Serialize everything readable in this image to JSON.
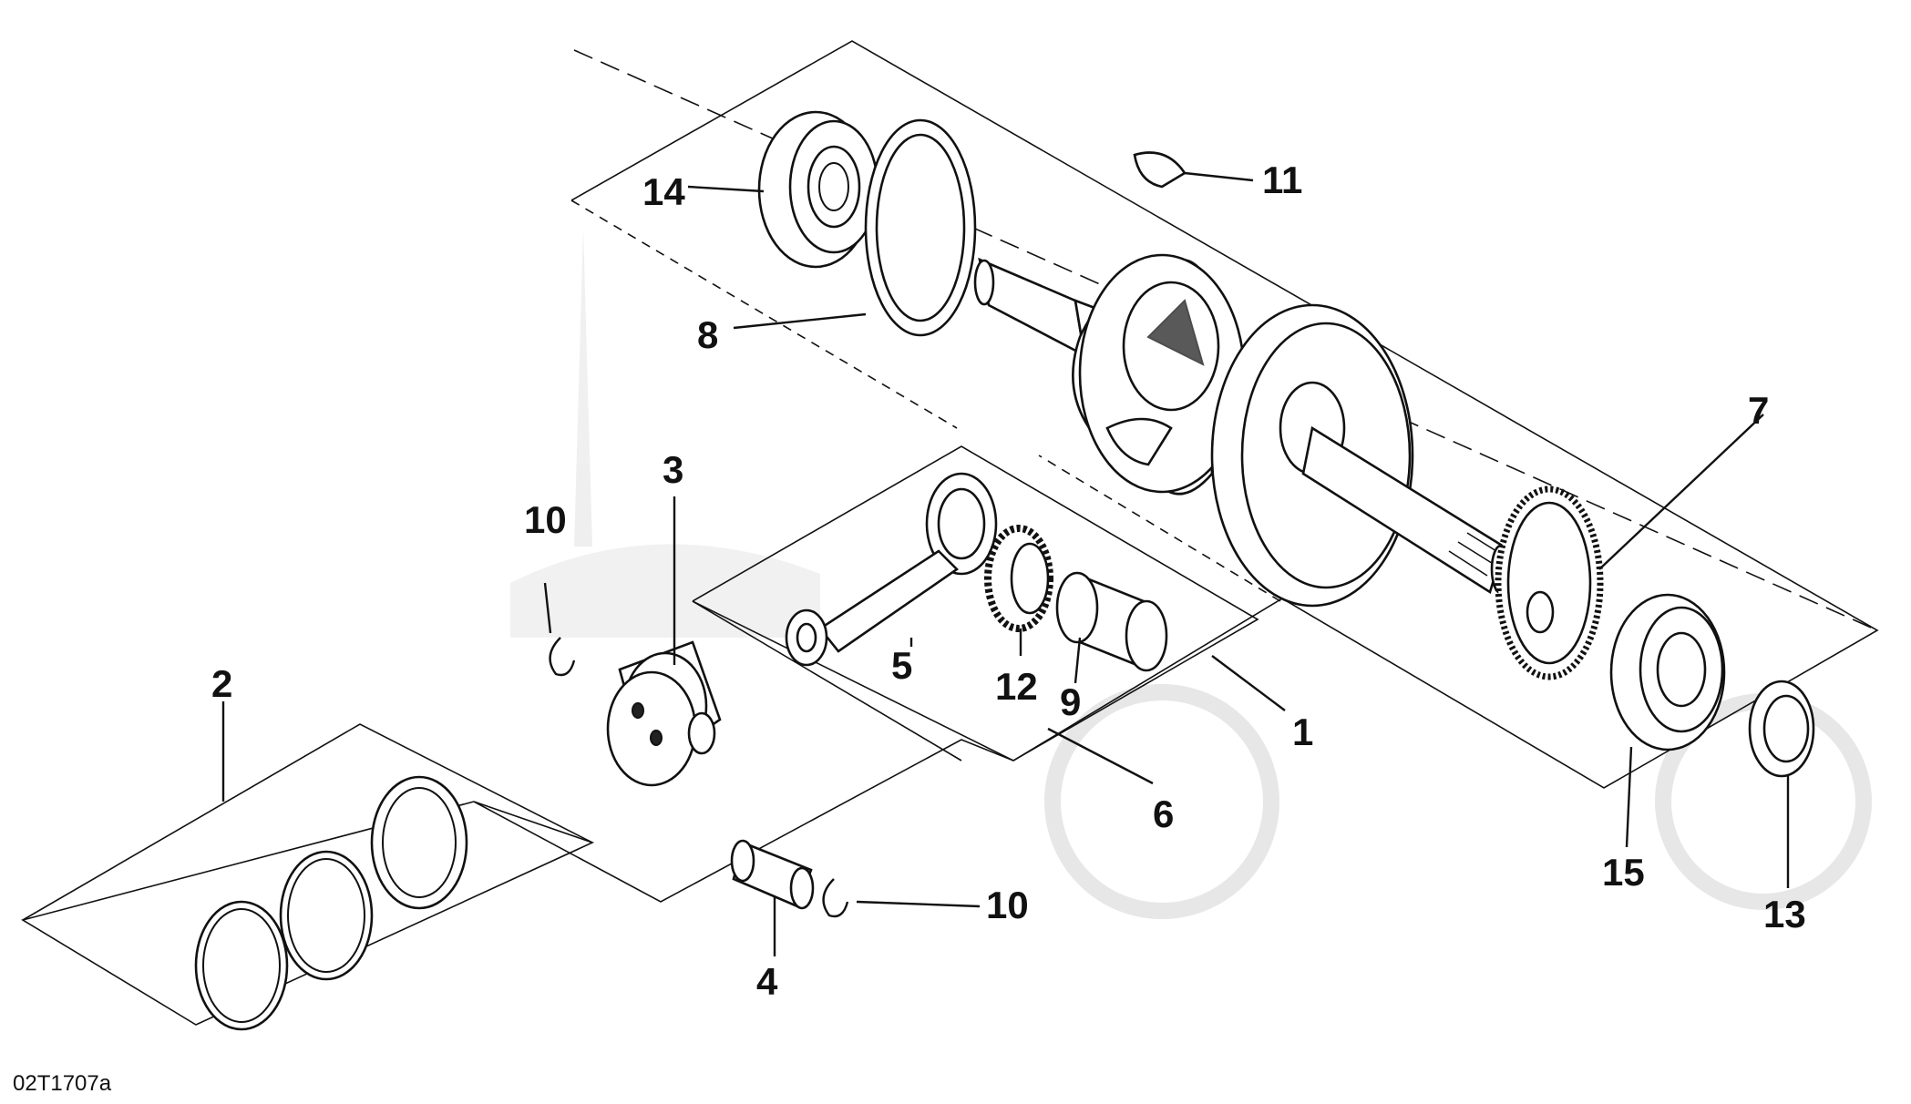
{
  "drawing_code": "02T1707a",
  "callouts": {
    "c1": "1",
    "c2": "2",
    "c3": "3",
    "c4": "4",
    "c5": "5",
    "c6": "6",
    "c7": "7",
    "c8": "8",
    "c9": "9",
    "c10a": "10",
    "c10b": "10",
    "c11": "11",
    "c12": "12",
    "c13": "13",
    "c14": "14",
    "c15": "15"
  },
  "colors": {
    "ink": "#111111",
    "watermark": "#e2e2e2",
    "background": "#ffffff"
  }
}
